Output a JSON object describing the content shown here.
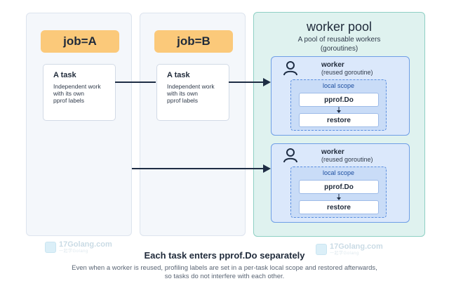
{
  "watermark": {
    "text": "17Golang.com",
    "subtext": "一起学Golang"
  },
  "lanes": [
    {
      "job": "job=A",
      "task_title": "A task",
      "task_desc": [
        "Independent work",
        "with its own",
        "pprof labels"
      ]
    },
    {
      "job": "job=B",
      "task_title": "A task",
      "task_desc": [
        "Independent work",
        "with its own",
        "pprof labels"
      ]
    }
  ],
  "pool": {
    "title": "worker pool",
    "subtitle": [
      "A pool of reusable workers",
      "(goroutines)"
    ],
    "workers": [
      {
        "name": "worker",
        "sub": "(reused goroutine)",
        "scope_label": "local scope",
        "step1": "pprof.Do",
        "step2": "restore"
      },
      {
        "name": "worker",
        "sub": "(reused goroutine)",
        "scope_label": "local scope",
        "step1": "pprof.Do",
        "step2": "restore"
      }
    ]
  },
  "caption": "Each task enters pprof.Do separately",
  "footnote": [
    "Even when a worker is reused, profiling labels are set in a per-task local scope and restored afterwards,",
    "so tasks do not interfere with each other."
  ],
  "colors": {
    "job_tag": "#fbc97a",
    "pool_bg": "#dff2ef",
    "worker_bg": "#dbe8fb",
    "scope_border": "#5b8fe0",
    "arrow": "#1e2d44"
  },
  "icons": {
    "worker": "person-icon",
    "step_connector": "arrow-down-icon"
  }
}
